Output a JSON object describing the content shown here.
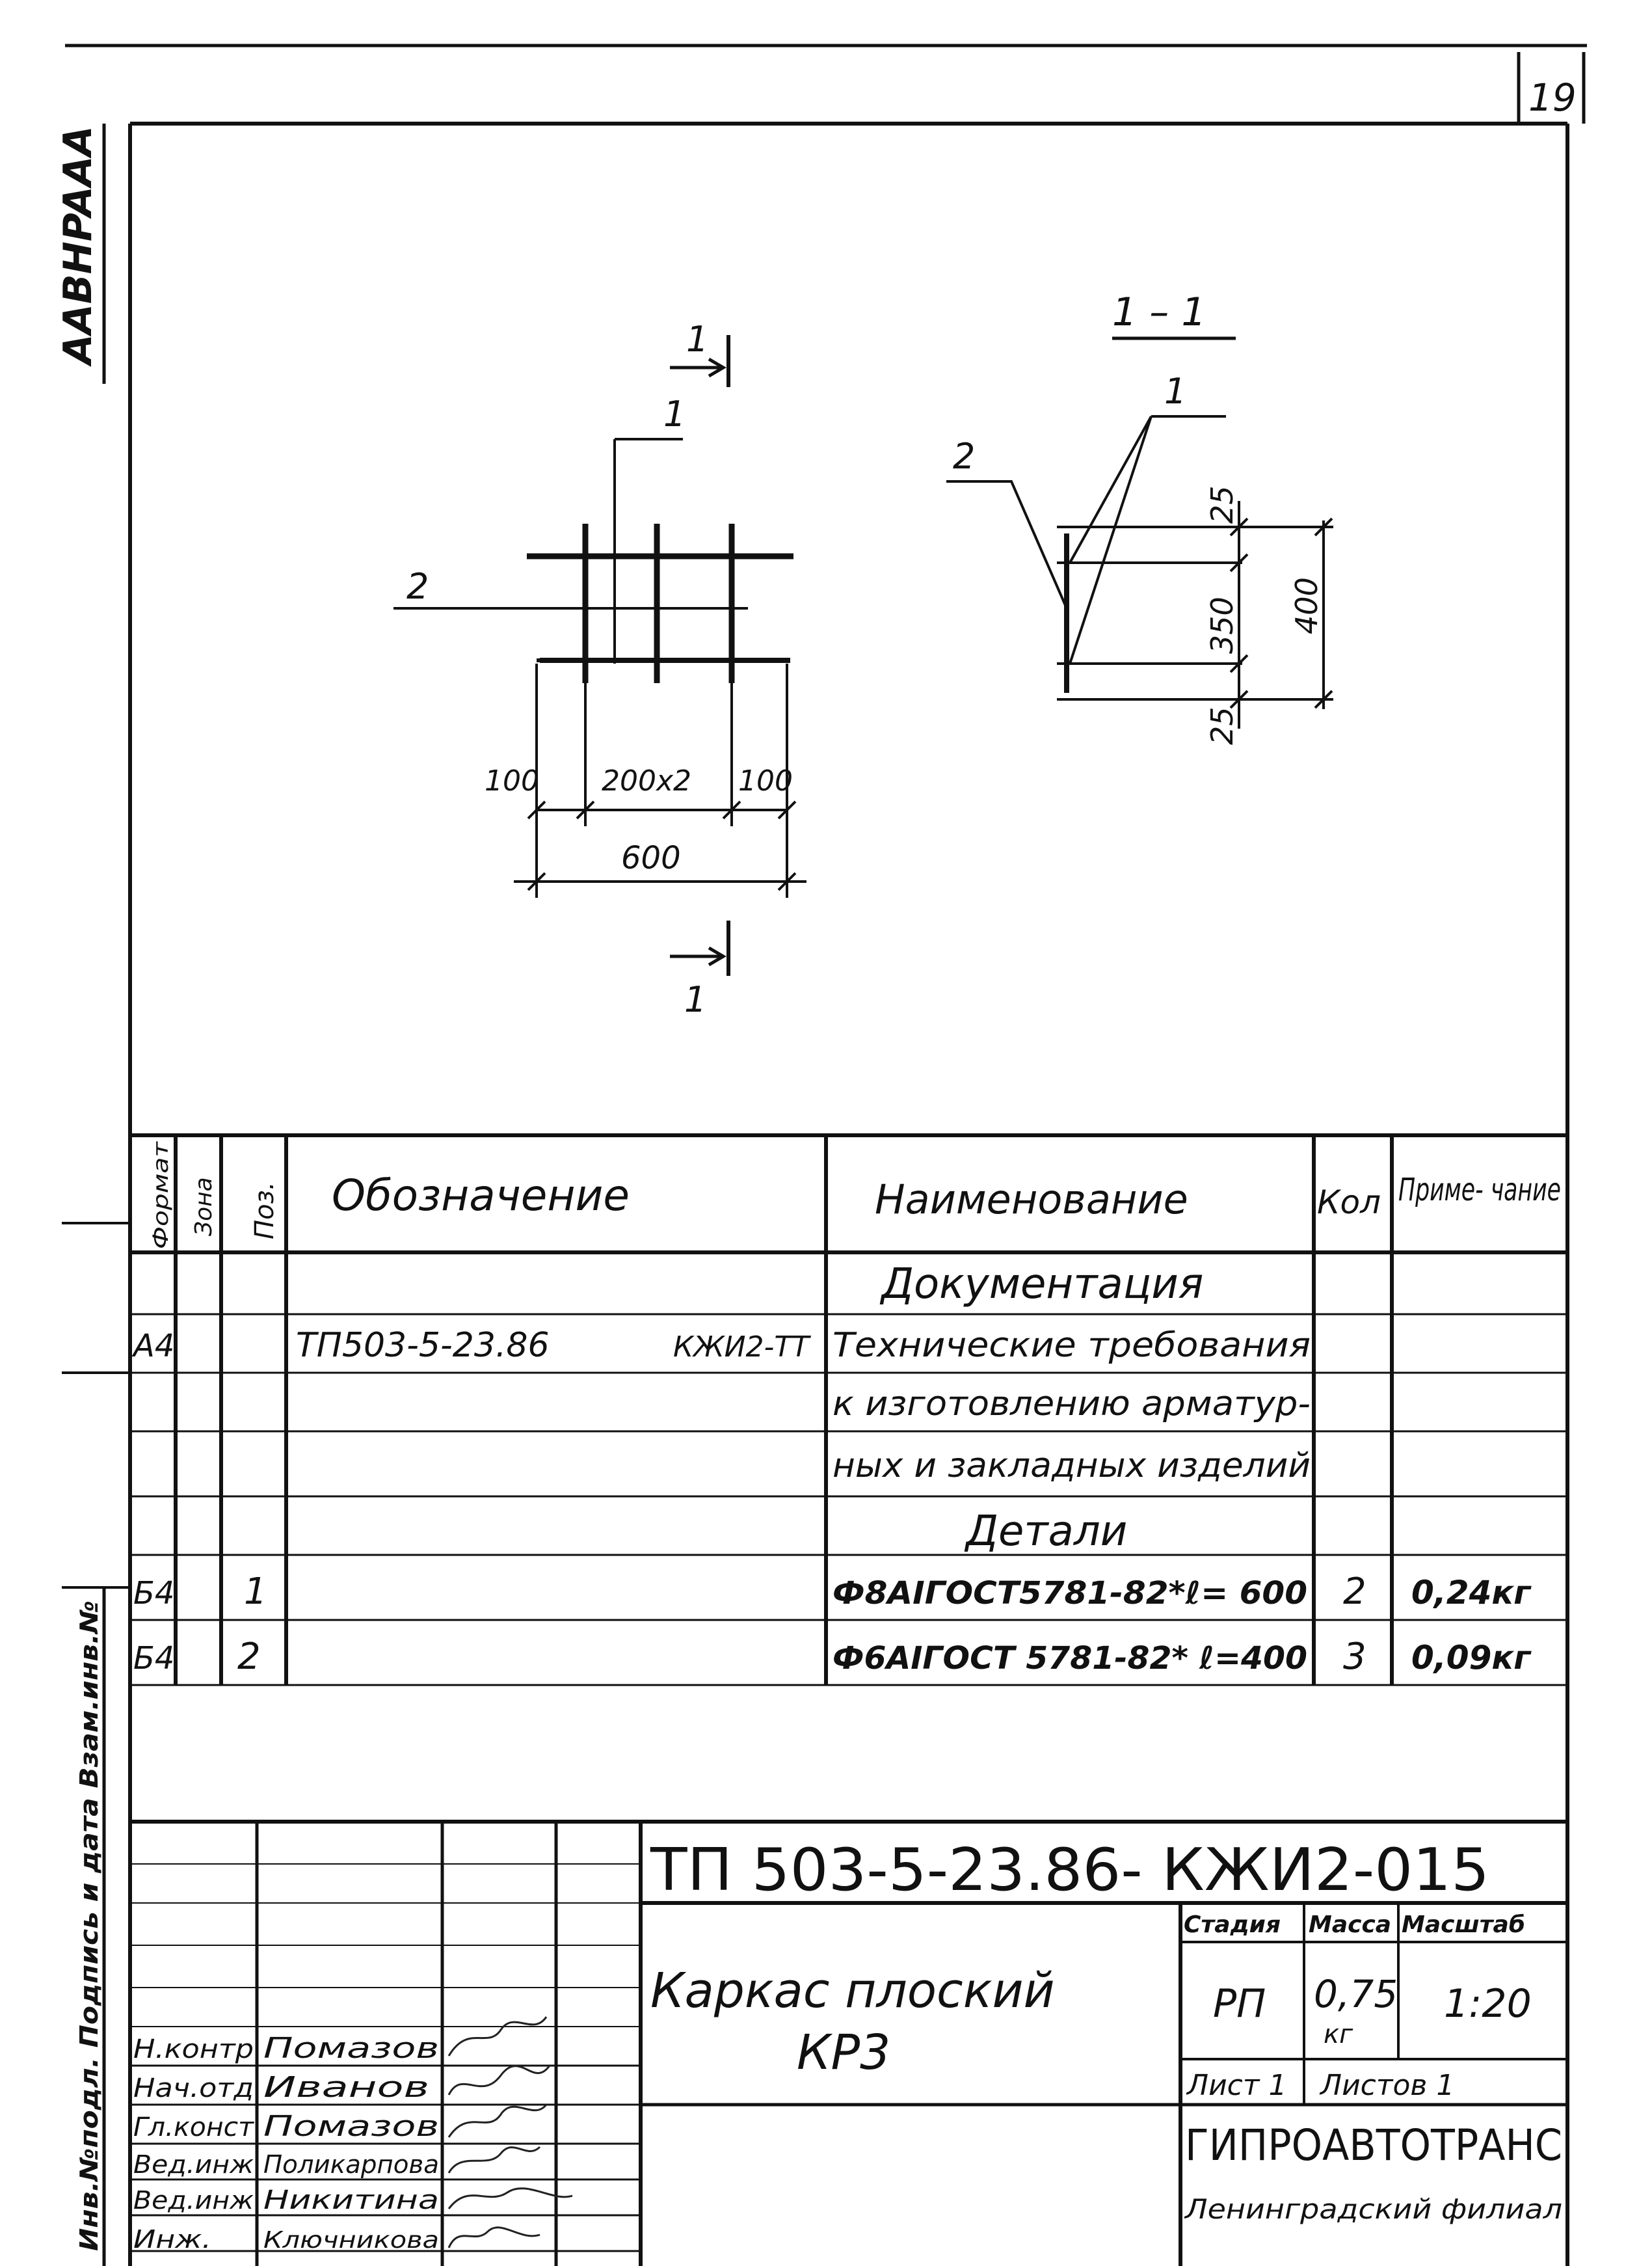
{
  "sheet_number": "19",
  "left_stamp_top": "AABHPAAA",
  "left_stamp_bottom": "Инв.№подл. Подпись и дата Взам.инв.№",
  "drawing": {
    "section_label": "1 – 1",
    "cut_top": "1",
    "cut_bottom": "1",
    "pos1_plan": "1",
    "pos2_plan": "2",
    "pos1_section": "1",
    "pos2_section": "2",
    "dim_100_left": "100",
    "dim_200x2": "200x2",
    "dim_100_right": "100",
    "dim_600": "600",
    "dim_25_top": "25",
    "dim_350": "350",
    "dim_400": "400",
    "dim_25_bottom": "25"
  },
  "spec": {
    "headers": {
      "format": "Формат",
      "zone": "Зона",
      "pos": "Поз.",
      "designation": "Обозначение",
      "name": "Наименование",
      "qty": "Кол",
      "note": "Приме- чание"
    },
    "rows": [
      {
        "format": "",
        "pos": "",
        "designation": "",
        "name": "Документация",
        "qty": "",
        "note": ""
      },
      {
        "format": "А4",
        "pos": "",
        "designation": "ТП503-5-23.86",
        "designation2": "КЖИ2-ТТ",
        "name": "Технические требования",
        "qty": "",
        "note": ""
      },
      {
        "format": "",
        "pos": "",
        "designation": "",
        "name": "к изготовлению арматур-",
        "qty": "",
        "note": ""
      },
      {
        "format": "",
        "pos": "",
        "designation": "",
        "name": "ных и закладных изделий",
        "qty": "",
        "note": ""
      },
      {
        "format": "",
        "pos": "",
        "designation": "",
        "name": "Детали",
        "qty": "",
        "note": ""
      },
      {
        "format": "Б4",
        "pos": "1",
        "designation": "",
        "name": "Ф8АIГОСТ5781-82*ℓ= 600",
        "qty": "2",
        "note": "0,24кг"
      },
      {
        "format": "Б4",
        "pos": "2",
        "designation": "",
        "name": "Ф6АIГОСТ 5781-82* ℓ=400",
        "qty": "3",
        "note": "0,09кг"
      }
    ]
  },
  "title_block": {
    "doc_code": "ТП 503-5-23.86- КЖИ2-015",
    "title_line1": "Каркас плоский",
    "title_line2": "КР3",
    "stage_label": "Стадия",
    "mass_label": "Масса",
    "scale_label": "Масштаб",
    "stage": "РП",
    "mass": "0,75",
    "mass_unit": "кг",
    "scale": "1:20",
    "sheet_label": "Лист 1",
    "sheets_label": "Листов 1",
    "org": "ГИПРОАВТОТРАНС",
    "org_branch": "Ленинградский филиал",
    "people": [
      {
        "role": "Н.контр",
        "name": "Помазов"
      },
      {
        "role": "Нач.отд",
        "name": "Иванов"
      },
      {
        "role": "Гл.конст",
        "name": "Помазов"
      },
      {
        "role": "Вед.инж",
        "name": "Поликарпова"
      },
      {
        "role": "Вед.инж",
        "name": "Никитина"
      },
      {
        "role": "Инж.",
        "name": "Ключникова"
      }
    ]
  }
}
